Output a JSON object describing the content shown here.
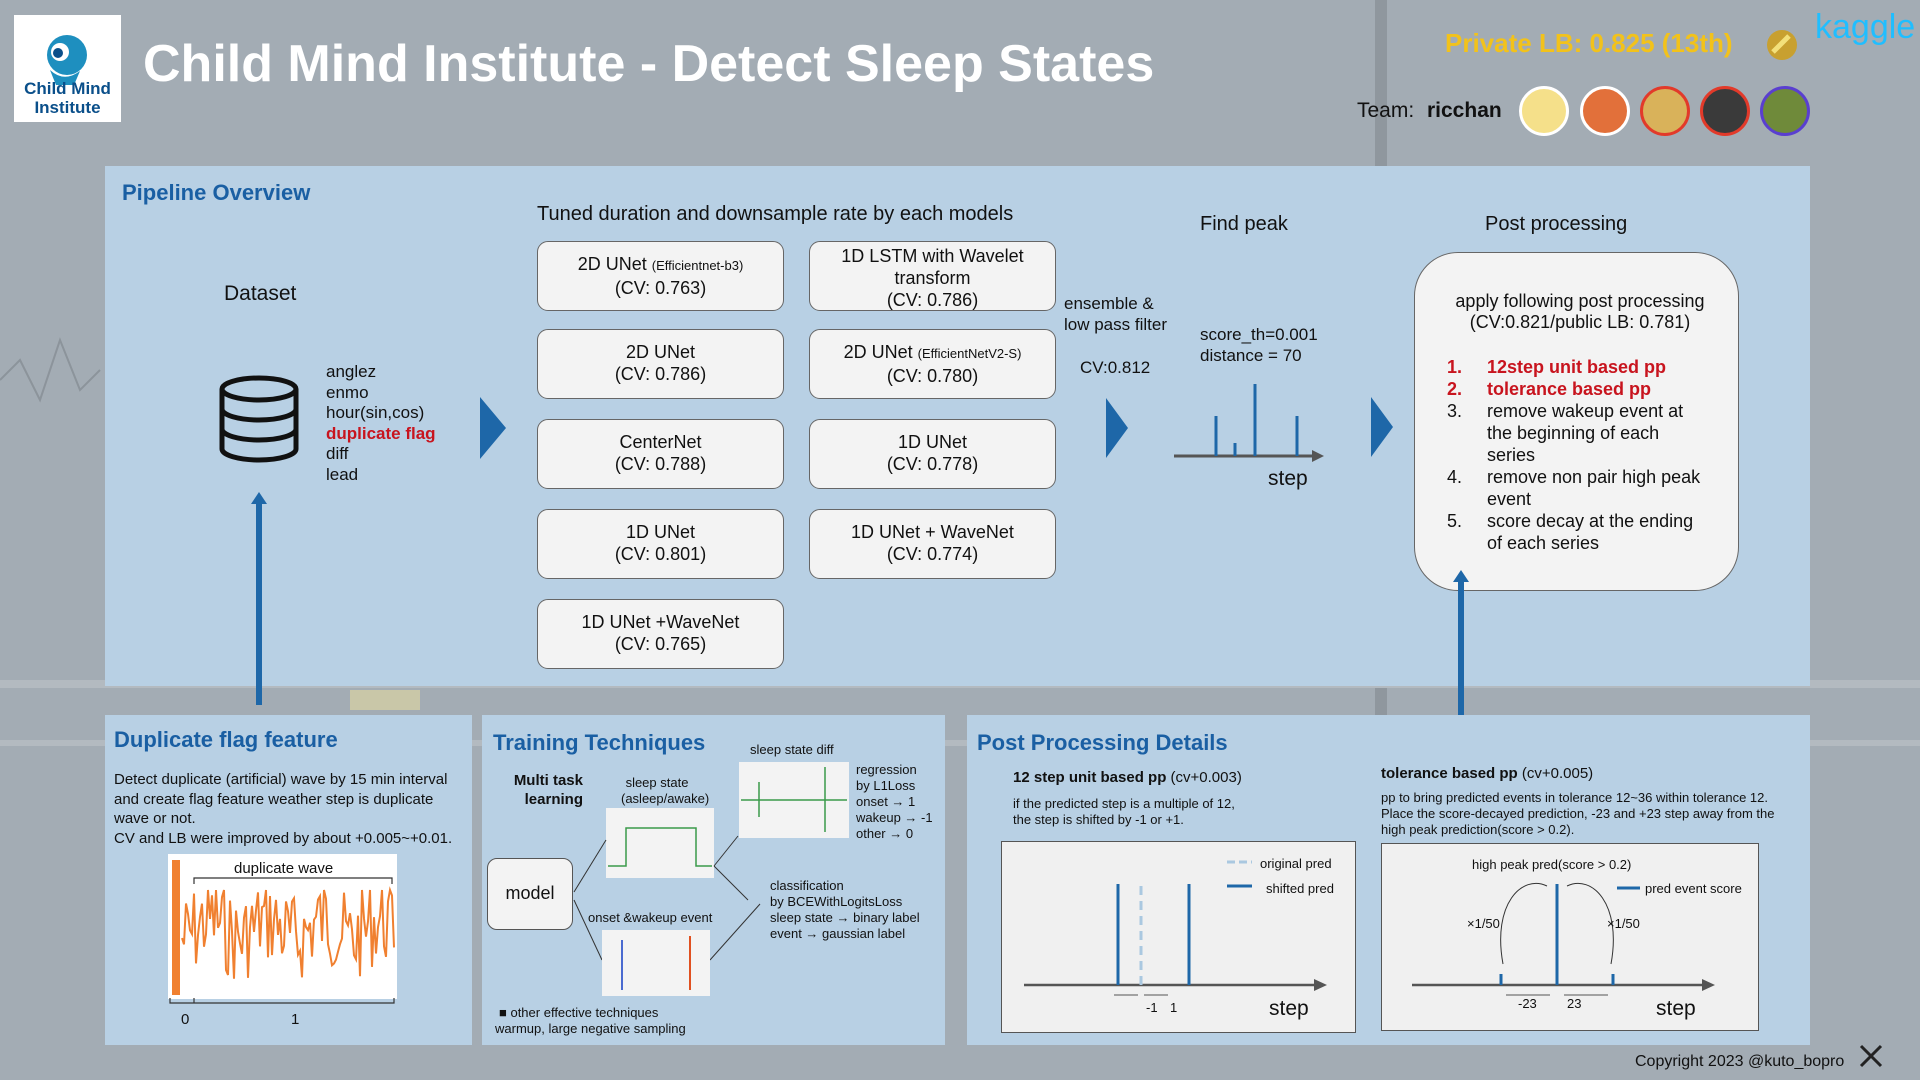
{
  "header": {
    "logo_line1": "Child Mind",
    "logo_line2": "Institute",
    "title": "Child Mind Institute - Detect Sleep States",
    "lb": "Private LB: 0.825 (13th)",
    "kaggle": "kaggle",
    "team_label": "Team:",
    "team_name": "ricchan"
  },
  "pipeline": {
    "title": "Pipeline Overview",
    "dataset_label": "Dataset",
    "features": [
      "anglez",
      "enmo",
      "hour(sin,cos)",
      "duplicate flag",
      "diff",
      "lead"
    ],
    "models_title": "Tuned duration and downsample rate by each models",
    "models": [
      {
        "name": "2D UNet",
        "note": "(Efficientnet-b3)",
        "cv": "(CV: 0.763)"
      },
      {
        "name": "1D LSTM with Wavelet",
        "name2": "transform",
        "cv": "(CV: 0.786)"
      },
      {
        "name": "2D UNet",
        "cv": "(CV: 0.786)"
      },
      {
        "name": "2D UNet",
        "note": "(EfficientNetV2-S)",
        "cv": "(CV: 0.780)"
      },
      {
        "name": "CenterNet",
        "cv": "(CV: 0.788)"
      },
      {
        "name": "1D UNet",
        "cv": "(CV: 0.778)"
      },
      {
        "name": "1D UNet",
        "cv": "(CV: 0.801)"
      },
      {
        "name": "1D UNet + WaveNet",
        "cv": "(CV: 0.774)"
      },
      {
        "name": "1D UNet +WaveNet",
        "cv": "(CV: 0.765)"
      }
    ],
    "ensemble_line1": "ensemble &",
    "ensemble_line2": "low pass filter",
    "ensemble_cv": "CV:0.812",
    "find_peak_title": "Find peak",
    "score_th": "score_th=0.001",
    "distance": "distance = 70",
    "step_label": "step",
    "pp_title": "Post processing",
    "pp_intro1": "apply following post processing",
    "pp_intro2": "(CV:0.821/public LB: 0.781)",
    "pp_items": [
      {
        "num": "1.",
        "lines": [
          "12step unit based pp"
        ]
      },
      {
        "num": "2.",
        "lines": [
          "tolerance based pp"
        ]
      },
      {
        "num": "3.",
        "lines": [
          "remove wakeup event at",
          "the beginning of each",
          "series"
        ]
      },
      {
        "num": "4.",
        "lines": [
          "remove non pair high peak",
          "event"
        ]
      },
      {
        "num": "5.",
        "lines": [
          "score decay at the ending",
          "of each series"
        ]
      }
    ]
  },
  "dup": {
    "title": "Duplicate flag feature",
    "desc": [
      "Detect duplicate (artificial) wave by 15 min interval",
      "and create flag feature weather step is duplicate",
      "wave or not.",
      "CV and LB were improved by about +0.005~+0.01."
    ],
    "wave_label": "duplicate wave",
    "tick0": "0",
    "tick1": "1"
  },
  "train": {
    "title": "Training Techniques",
    "multitask1": "Multi task",
    "multitask2": "learning",
    "sleep_state1": "sleep state",
    "sleep_state2": "(asleep/awake)",
    "sleep_diff": "sleep state diff",
    "model": "model",
    "onset_wakeup": "onset &wakeup event",
    "regression": [
      "regression",
      "by L1Loss",
      "onset      → 1",
      "wakeup → -1",
      "other      → 0"
    ],
    "classification": [
      "classification",
      "by BCEWithLogitsLoss",
      " sleep state → binary label",
      " event   → gaussian label"
    ],
    "other1": "other effective techniques",
    "other2": "warmup, large negative sampling"
  },
  "ppd": {
    "title": "Post Processing Details",
    "pp1_title": "12 step unit based pp",
    "pp1_gain": " (cv+0.003)",
    "pp1_desc": [
      "if the predicted step is a multiple of 12,",
      "the step is shifted by -1 or +1."
    ],
    "legend_orig": "original pred",
    "legend_shift": "shifted pred",
    "m1": "-1",
    "p1": "1",
    "step": "step",
    "pp2_title": "tolerance based pp",
    "pp2_gain": " (cv+0.005)",
    "pp2_desc": [
      "pp to bring predicted events in tolerance 12~36 within tolerance 12.",
      "Place the score-decayed prediction, -23 and +23 step away from the",
      "high peak prediction(score > 0.2)."
    ],
    "high_peak": "high peak pred(score > 0.2)",
    "legend_event": "pred event score",
    "decay_left": "×1/50",
    "decay_right": "×1/50",
    "m23": "-23",
    "p23": "23"
  },
  "footer": {
    "copyright": "Copyright 2023 @kuto_bopro",
    "x_icon": "x-logo-icon"
  }
}
